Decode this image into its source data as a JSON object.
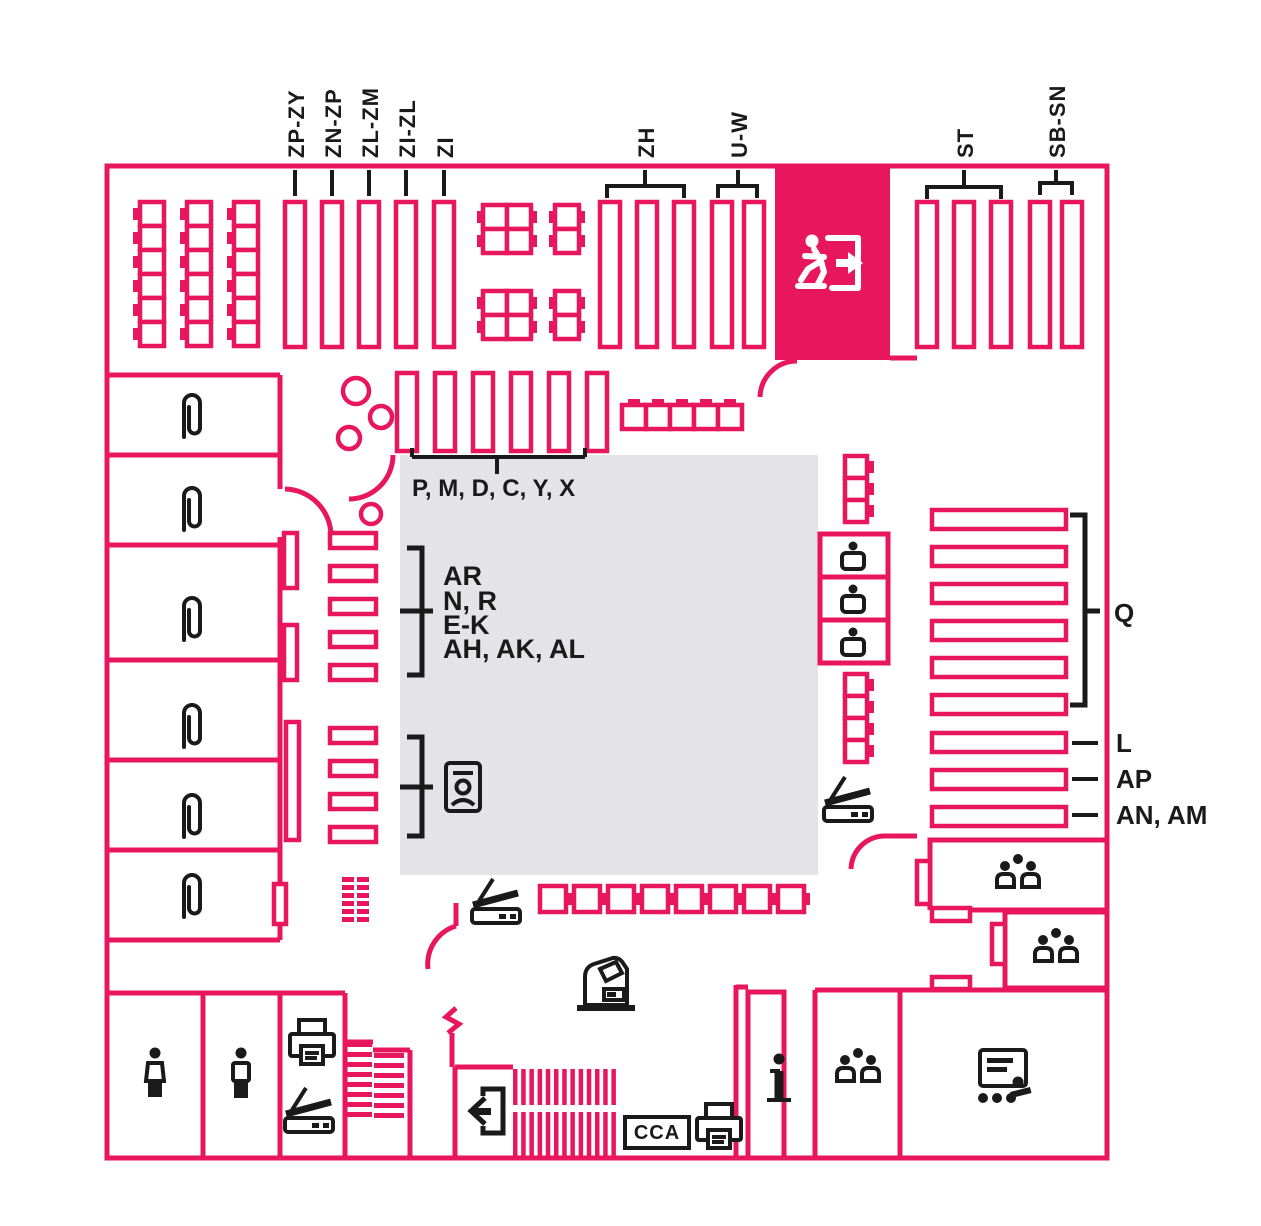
{
  "palette": {
    "accent": "#E8175D",
    "ink": "#1A1A1A",
    "zone_fill": "#E4E3E5",
    "background": "#FFFFFF",
    "exit_box_fill": "#E8175D",
    "exit_icon": "#FFFFFF"
  },
  "top_shelf_labels": [
    {
      "label": "ZP-ZY"
    },
    {
      "label": "ZN-ZP"
    },
    {
      "label": "ZL-ZM"
    },
    {
      "label": "ZI-ZL"
    },
    {
      "label": "ZI"
    },
    {
      "label": "ZH"
    },
    {
      "label": "U-W"
    },
    {
      "label": "ST"
    },
    {
      "label": "SB-SN"
    }
  ],
  "right_shelf_labels": [
    {
      "label": "Q"
    },
    {
      "label": "L"
    },
    {
      "label": "AP"
    },
    {
      "label": "AN, AM"
    }
  ],
  "interior_labels": {
    "front_shelf_group": "P, M, D, C, Y, X",
    "center_stack_list": [
      "AR",
      "N, R",
      "E-K",
      "AH, AK, AL"
    ]
  },
  "room_labels": {
    "copy_station": "CCA"
  },
  "icons": {
    "exit-icon": "running person through doorway (white on pink)",
    "paperclip-icon": "📎",
    "study-person-icon": "dot head + rounded body",
    "id-card-icon": "portrait badge",
    "scanner-icon": "flatbed scanner, open lid",
    "photocopier-icon": "copier machine 3/4 view",
    "printer-icon": "🖨",
    "toilet-person-icon": "standing figure",
    "info-icon": "i",
    "group-room-icon": "two bodies + head dot",
    "presentation-room-icon": "board with text lines, speaker and dots",
    "entrance-arrow-icon": "arrow left through door frame",
    "round-table-icon": "circle",
    "study-carrel-icon": "square with side tab",
    "stairs-icon": "striped treads"
  }
}
